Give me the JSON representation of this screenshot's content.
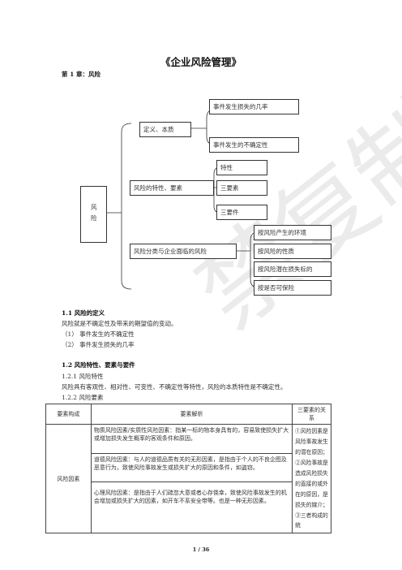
{
  "document": {
    "title": "《企业风险管理》",
    "chapter": "第 1 章：风险"
  },
  "diagram": {
    "root": "风险",
    "nodes": [
      {
        "label": "定义、本质",
        "children": [
          "事件发生损失的几率",
          "事件发生的不确定性"
        ]
      },
      {
        "label": "风险的特性、要素",
        "children": [
          "特性",
          "三要素",
          "三要件"
        ]
      },
      {
        "label": "风险分类与企业面临的风险",
        "children": [
          "按风险产生的环境",
          "按风险的性质",
          "按风险潜在损失标的",
          "按是否可保险"
        ]
      }
    ]
  },
  "sections": {
    "s11_heading": "1.1 风险的定义",
    "s11_body": "风险就是不确定性及带来的期望值的变动。",
    "s11_item1": "（1）  事件发生的不确定性",
    "s11_item2": "（2）  事件发生损失的几率",
    "s12_heading": "1.2 风险特性、要素与要件",
    "s121_heading": "1.2.1 风险特性",
    "s121_body": "风险具有客观性、相对性、可变性、不确定性等特性，风险的本质特性是不确定性。",
    "s122_heading": "1.2.2 风险要素"
  },
  "table": {
    "headers": [
      "要素构成",
      "要素解析",
      "三要素的关系"
    ],
    "row_label": "风险因素",
    "analysis": [
      "物质风险因素/实质性风险因素：指某一标的物本身具有的，容易致使损失扩大或增加损失发生概率的客观条件和原因。",
      "道德风险因素：与人的道德品质有关的无形因素，是指由于个人的不良企图及恶意行为，致使风险事故发生或损失扩大的原因和条件，如盗窃。",
      "心理风险因素：是指由于人们疏忽大意或者心存侥幸，致使风险事故发生的机会增加或损失扩大的因素，如开车不系安全带等。也是一种无形因素。"
    ],
    "relation": "①风险因素是风险事故发生的潜在原因；②风险事故是造成风险损失的直接的或外在的原因，是损失的媒介；③三者构成的统"
  },
  "footer": {
    "page": "1 / 36"
  }
}
